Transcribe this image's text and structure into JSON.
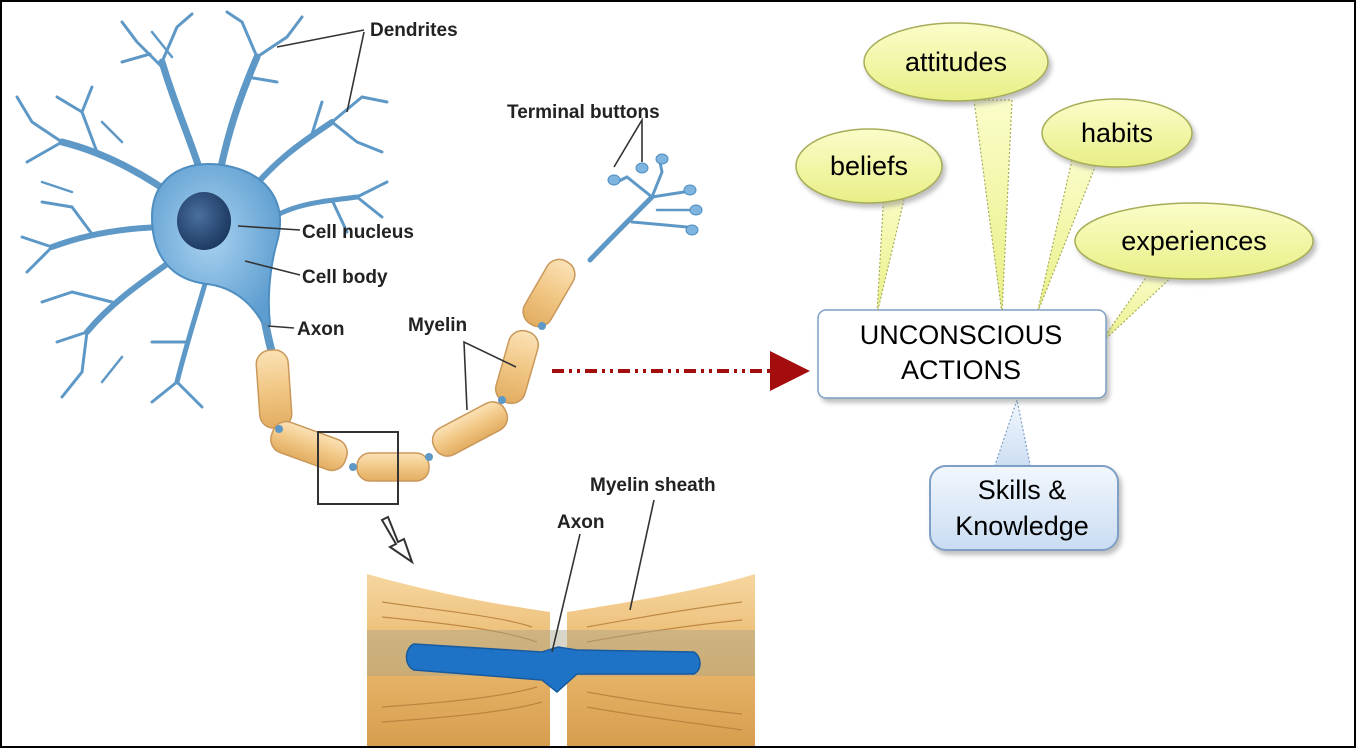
{
  "neuron_labels": {
    "dendrites": "Dendrites",
    "terminal_buttons": "Terminal buttons",
    "cell_nucleus": "Cell nucleus",
    "cell_body": "Cell body",
    "axon": "Axon",
    "myelin": "Myelin",
    "myelin_sheath": "Myelin sheath",
    "axon_detail": "Axon"
  },
  "concept_map": {
    "main_box": {
      "line1": "UNCONSCIOUS",
      "line2": "ACTIONS"
    },
    "bubbles": {
      "attitudes": "attitudes",
      "beliefs": "beliefs",
      "habits": "habits",
      "experiences": "experiences"
    },
    "skills_box": {
      "line1": "Skills &",
      "line2": "Knowledge"
    }
  },
  "colors": {
    "neuron_blue": "#79b4de",
    "nucleus": "#2a4d7a",
    "myelin_tan": "#f3cf94",
    "bubble_fill": "#f3f7a6",
    "arrow_red": "#a30d0d",
    "skills_fill": "#dce9f8"
  }
}
